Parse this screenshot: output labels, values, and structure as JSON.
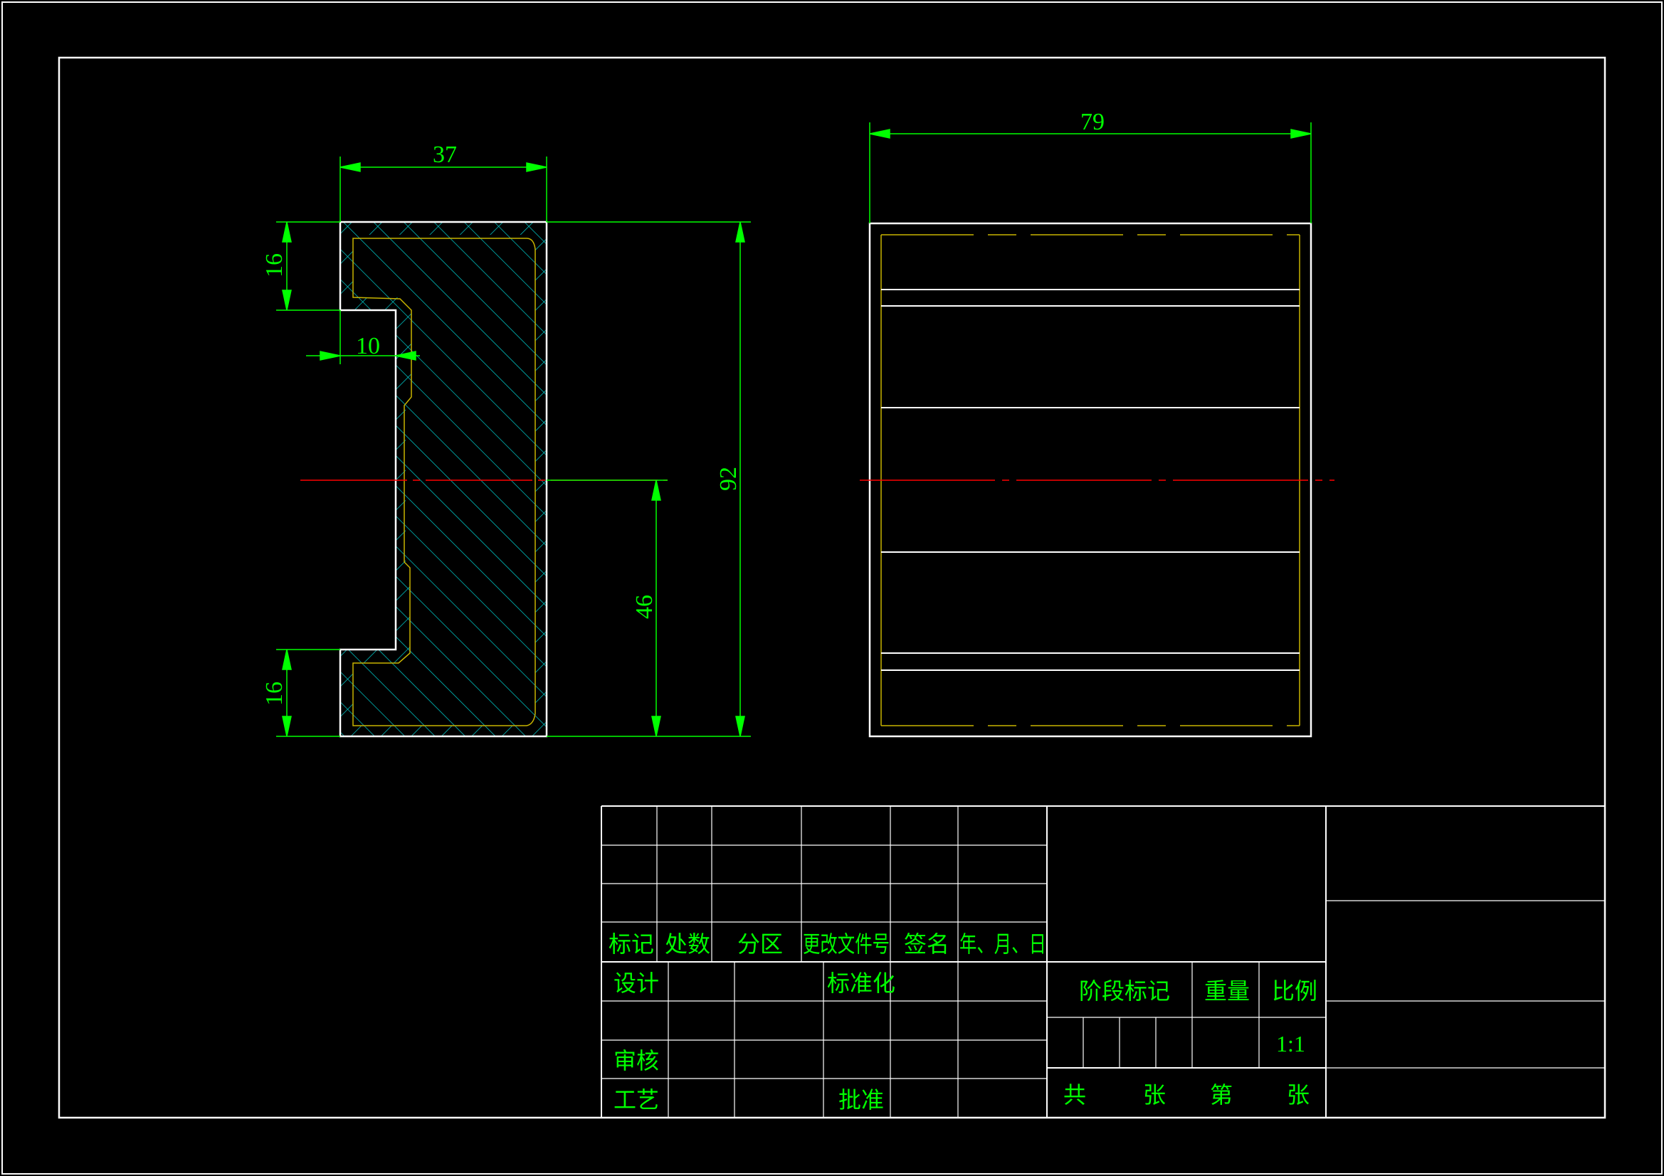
{
  "colors": {
    "background": "#000000",
    "outline": "#ffffff",
    "dimension": "#00ff00",
    "hatch": "#00c8c8",
    "hidden_line": "#c8b400",
    "center_line": "#ff0000"
  },
  "dimensions": {
    "left_width": "37",
    "left_top_step": "16",
    "left_groove_depth": "10",
    "left_bottom_step": "16",
    "left_center_height": "46",
    "left_total_height": "92",
    "right_width": "79"
  },
  "title_block": {
    "rev_header": [
      "标记",
      "处数",
      "分区",
      "更改文件号",
      "签名",
      "年、月、日"
    ],
    "design": "设计",
    "standardization": "标准化",
    "review": "审核",
    "process": "工艺",
    "approve": "批准",
    "stage_mark": "阶段标记",
    "weight": "重量",
    "scale_label": "比例",
    "scale_value": "1:1",
    "total": "共",
    "sheets": "张",
    "sheet_no": "第",
    "sheets2": "张"
  }
}
